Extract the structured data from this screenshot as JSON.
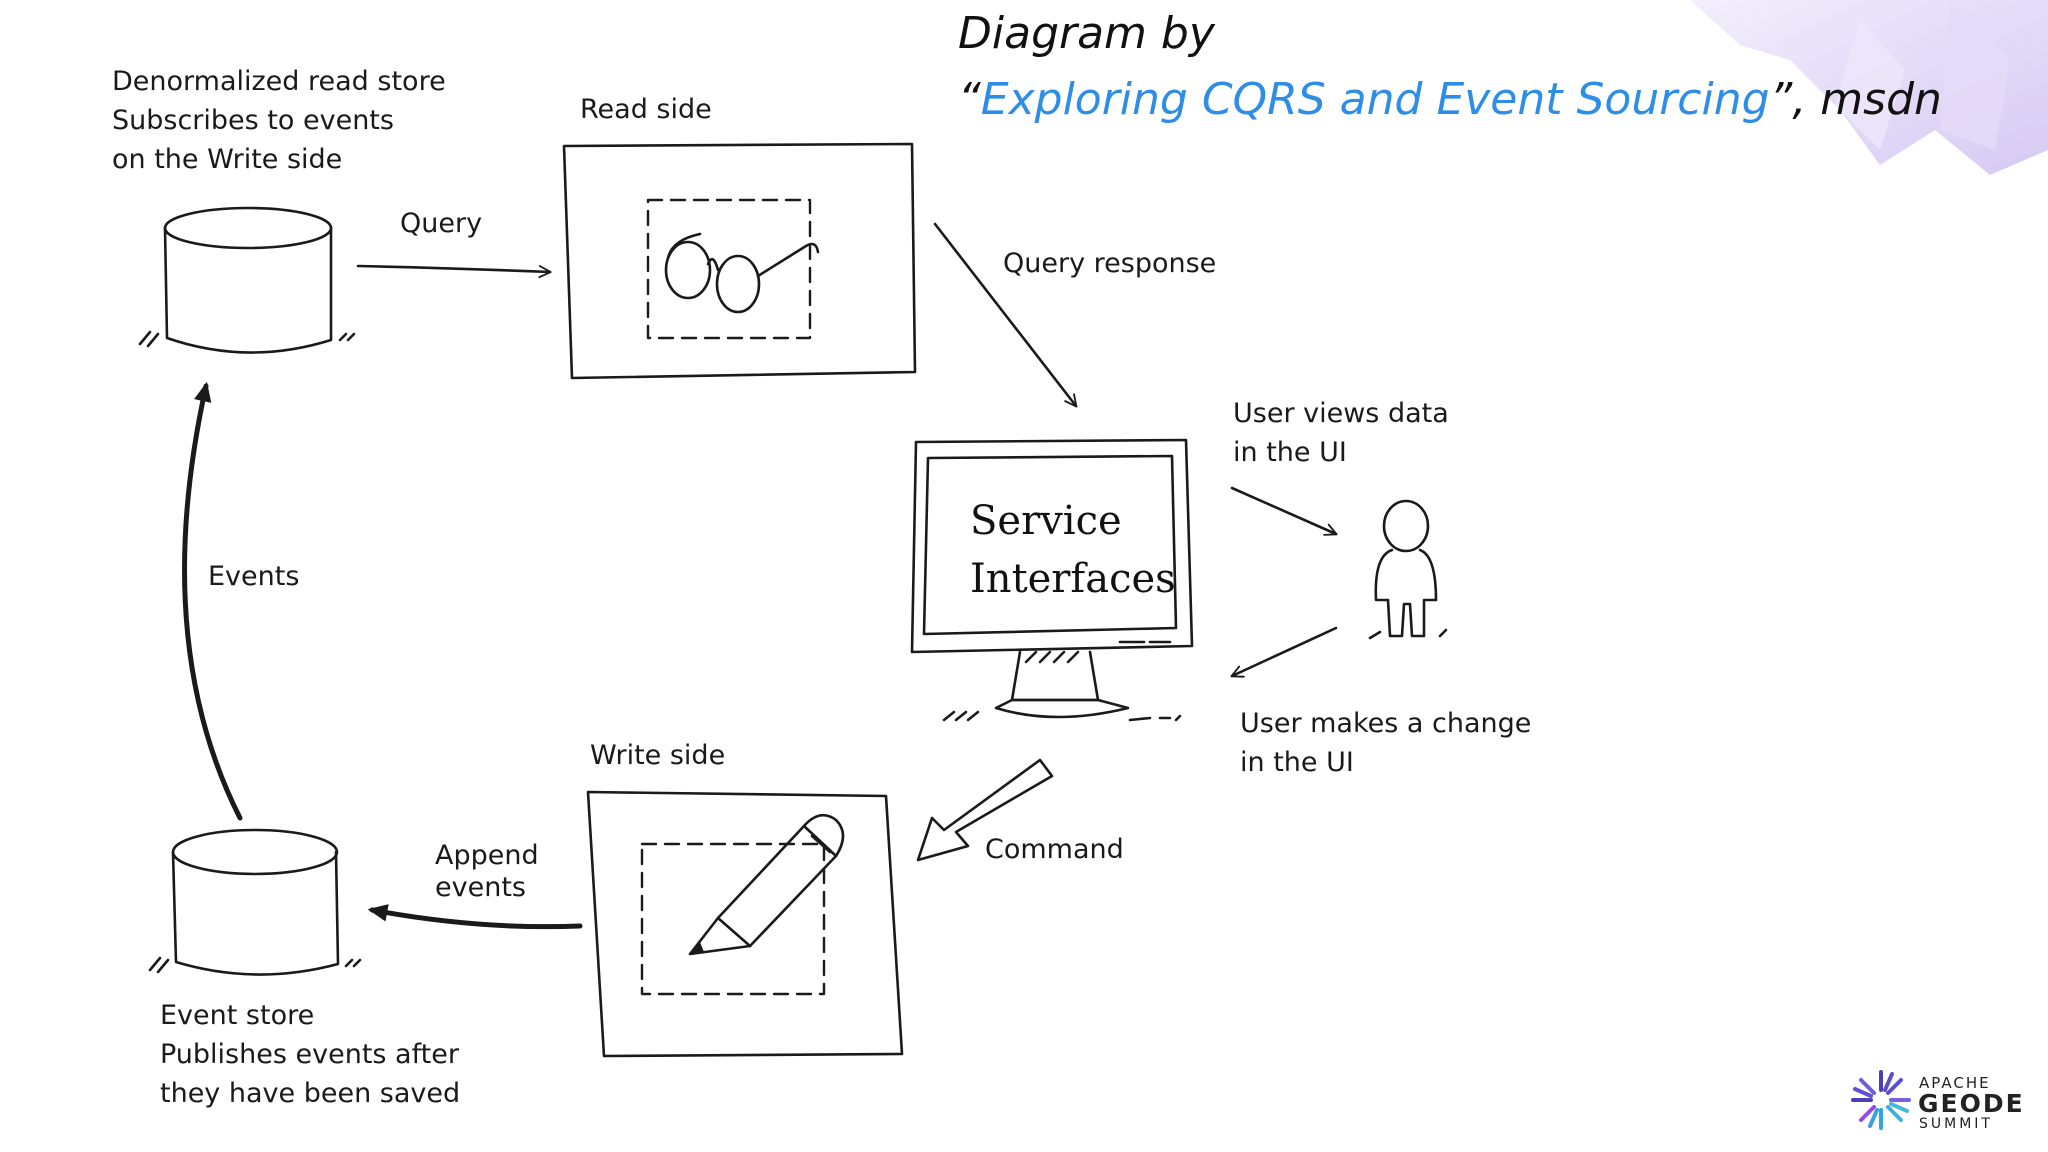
{
  "title": {
    "line1": "Diagram by",
    "open_quote": "“",
    "link_text": "Exploring CQRS and Event Sourcing",
    "close_quote": "”, msdn"
  },
  "nodes": {
    "read_store": {
      "lines": [
        "Denormalized read store",
        "Subscribes to events",
        "on the Write side"
      ]
    },
    "read_side": {
      "label": "Read side"
    },
    "service": {
      "lines": [
        "Service",
        "Interfaces"
      ]
    },
    "write_side": {
      "label": "Write side"
    },
    "event_store": {
      "lines": [
        "Event store",
        "Publishes events after",
        "they have been saved"
      ]
    }
  },
  "edges": {
    "query": "Query",
    "query_response": "Query response",
    "user_views": [
      "User views data",
      "in the UI"
    ],
    "user_changes": [
      "User makes a change",
      "in the UI"
    ],
    "command": "Command",
    "append": [
      "Append",
      "events"
    ],
    "events": "Events"
  },
  "logo": {
    "line1": "APACHE",
    "line2": "GEODE",
    "line3": "SUMMIT"
  },
  "colors": {
    "link": "#2e8de6",
    "ink": "#1a1a1a",
    "crystal": "#c9b8f0"
  },
  "icons": [
    "glasses-icon",
    "pencil-icon",
    "database-icon",
    "person-icon",
    "monitor-icon",
    "geode-logo-icon"
  ]
}
